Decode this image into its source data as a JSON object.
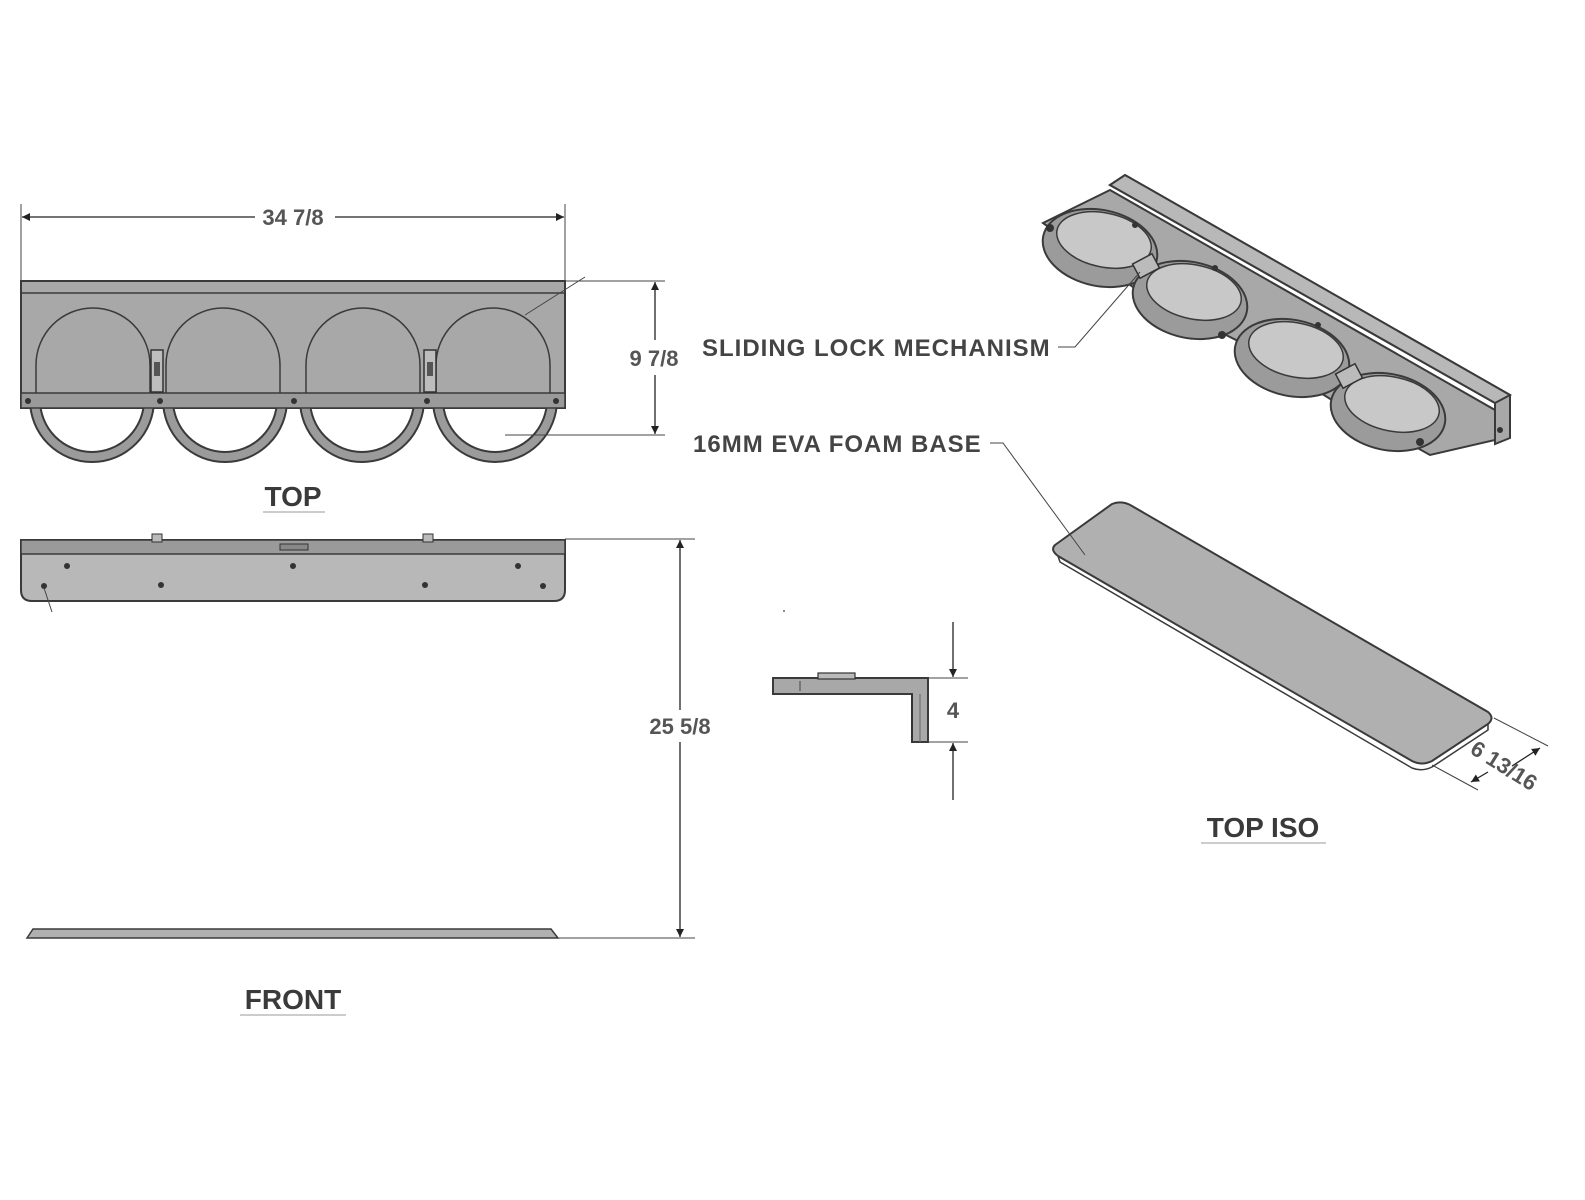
{
  "views": {
    "top": "TOP",
    "front": "FRONT",
    "top_iso": "TOP ISO"
  },
  "dimensions": {
    "width": "34 7/8",
    "depth": "9 7/8",
    "height": "25 5/8",
    "bracket": "4",
    "foam_width": "6 13/16"
  },
  "callouts": {
    "lock": "SLIDING LOCK MECHANISM",
    "foam": "16MM EVA FOAM BASE"
  }
}
